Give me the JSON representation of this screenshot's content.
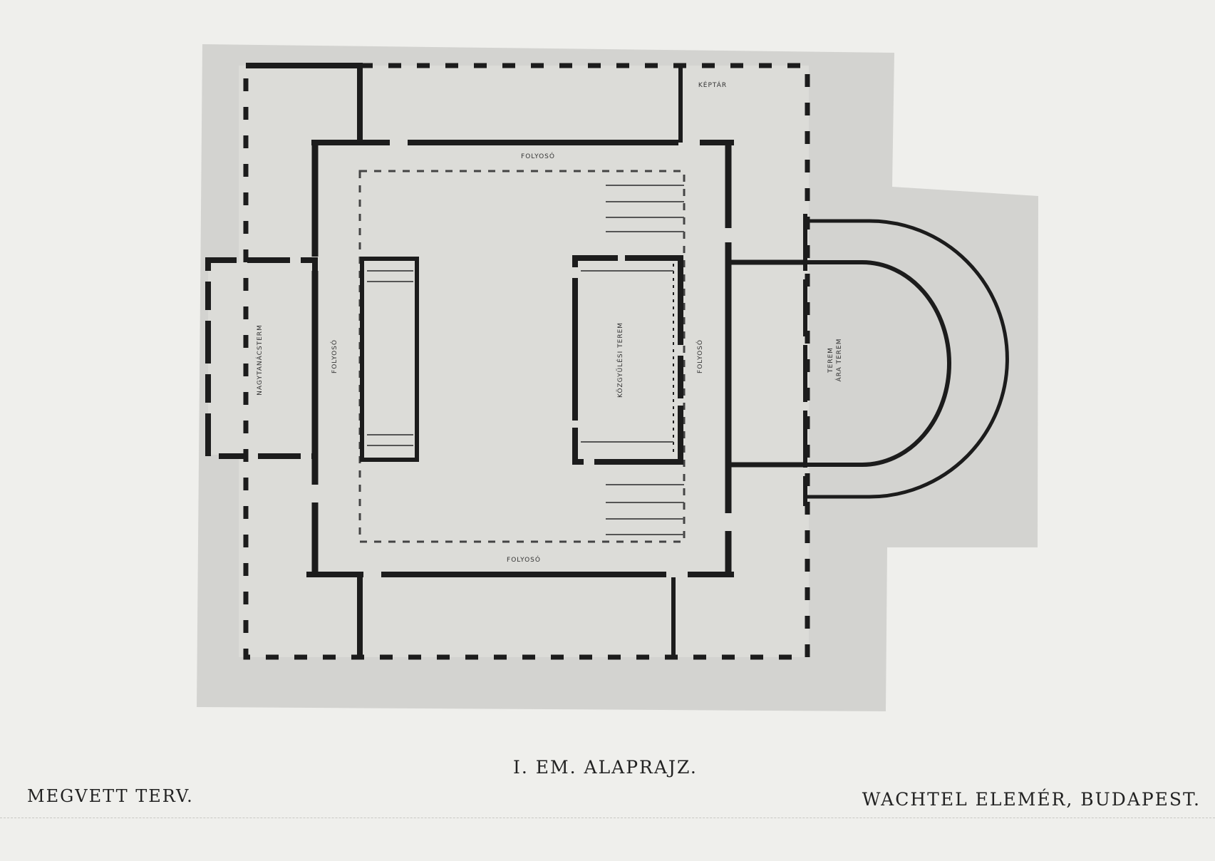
{
  "colors": {
    "paper": "#efefec",
    "plate": "#d2d2cf",
    "ink": "#1e1e1e",
    "line": "#555555"
  },
  "plan": {
    "room_labels": [
      "NAGYTANÁCSTERM",
      "FOLYOSÓ",
      "KÖZGYŰLÉSI TEREM",
      "FOLYOSÓ",
      "FOLYOSÓ",
      "FOLYOSÓ",
      "KÉPTÁR",
      "TEREM",
      "ÁRA TEREM"
    ]
  },
  "captions": {
    "title": "I. EM. ALAPRAJZ.",
    "left": "MEGVETT TERV.",
    "right": "WACHTEL ELEMÉR, BUDAPEST."
  }
}
